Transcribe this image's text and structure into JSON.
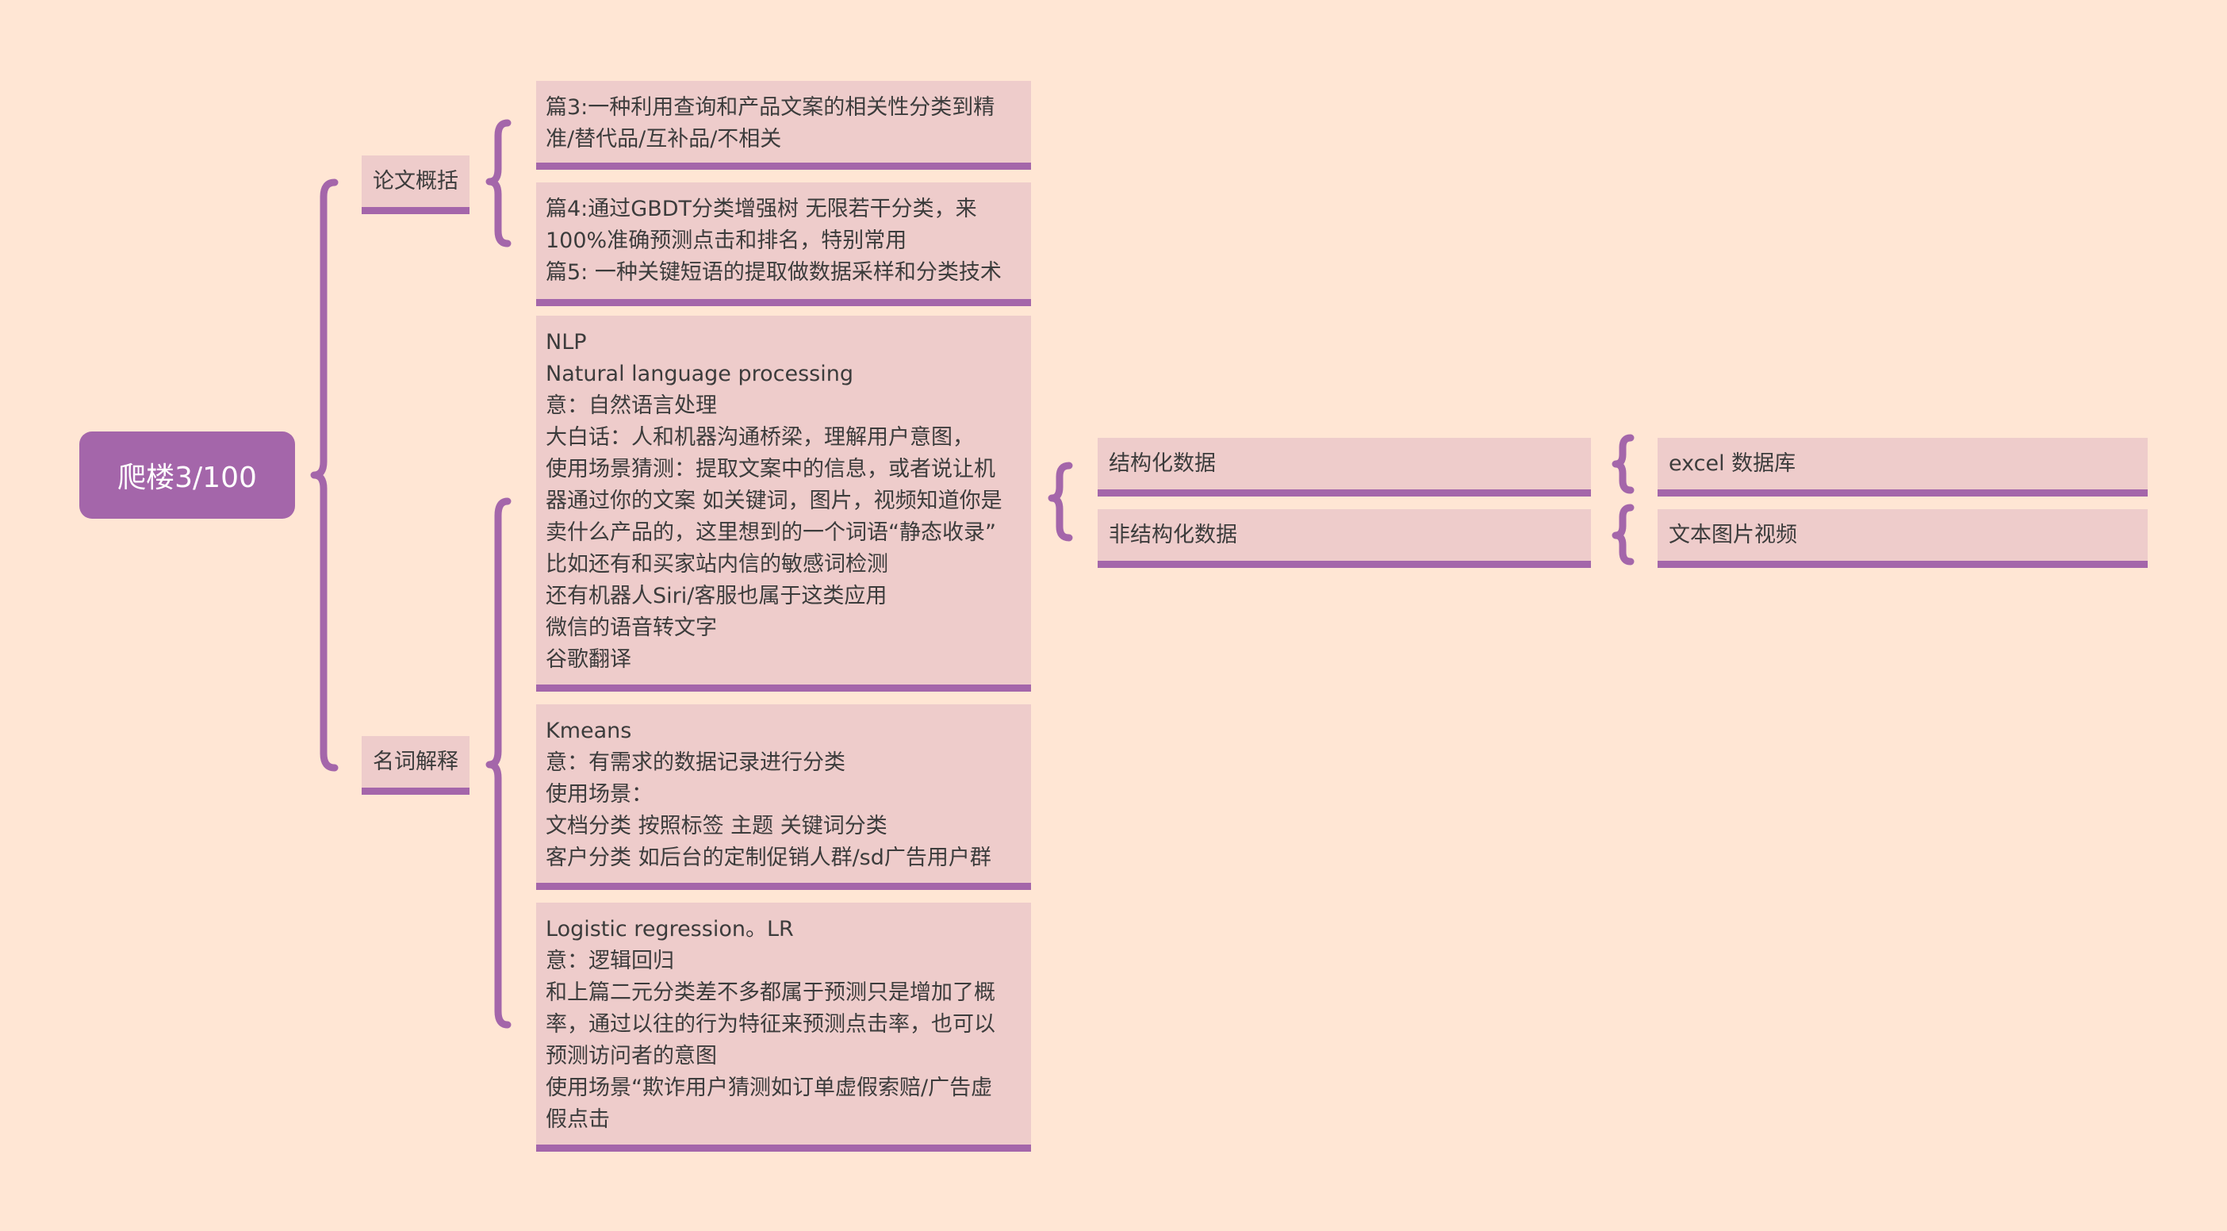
{
  "colors": {
    "background": "#ffe6d4",
    "accent": "#a466aa",
    "node_fill": "#eecccb",
    "text": "#3c3c3c"
  },
  "root": {
    "label": "爬楼3/100"
  },
  "branches": {
    "papers": {
      "label": "论文概括",
      "items": [
        "篇3:一种利用查询和产品文案的相关性分类到精\n准/替代品/互补品/不相关",
        "篇4:通过GBDT分类增强树 无限若干分类，来\n100%准确预测点击和排名，特别常用\n篇5: 一种关键短语的提取做数据采样和分类技术"
      ]
    },
    "terms": {
      "label": "名词解释",
      "items": [
        "NLP\nNatural language processing\n意：自然语言处理\n大白话：人和机器沟通桥梁，理解用户意图，\n使用场景猜测：提取文案中的信息，或者说让机\n器通过你的文案 如关键词，图片，视频知道你是\n卖什么产品的，这里想到的一个词语“静态收录”\n比如还有和买家站内信的敏感词检测\n还有机器人Siri/客服也属于这类应用\n微信的语音转文字\n谷歌翻译",
        "Kmeans\n意：有需求的数据记录进行分类\n使用场景：\n文档分类 按照标签 主题 关键词分类\n客户分类 如后台的定制促销人群/sd广告用户群",
        "Logistic regression。LR\n意：逻辑回归\n和上篇二元分类差不多都属于预测只是增加了概\n率，通过以往的行为特征来预测点击率，也可以\n预测访问者的意图\n使用场景“欺诈用户猜测如订单虚假索赔/广告虚\n假点击"
      ]
    },
    "data_types": {
      "structured": {
        "label": "结构化数据",
        "child": "excel 数据库"
      },
      "unstructured": {
        "label": "非结构化数据",
        "child": "文本图片视频"
      }
    }
  }
}
